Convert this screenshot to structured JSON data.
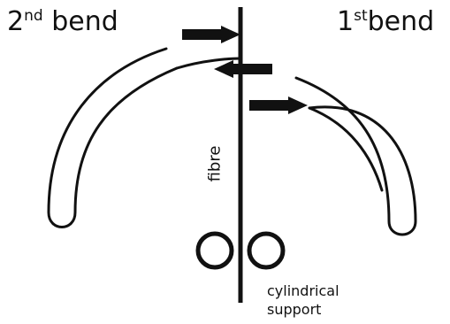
{
  "labels": {
    "bend2": {
      "prefix": "2",
      "sup": "nd",
      "suffix": "bend"
    },
    "bend1": {
      "prefix": "1",
      "sup": "st",
      "suffix": "bend"
    },
    "fibre": "fibre",
    "support_line1": "cylindrical",
    "support_line2": "support"
  },
  "colors": {
    "ink": "#111111",
    "background": "#ffffff"
  },
  "icons": [
    "right-arrow-icon",
    "left-arrow-icon",
    "right-arrow-icon"
  ]
}
